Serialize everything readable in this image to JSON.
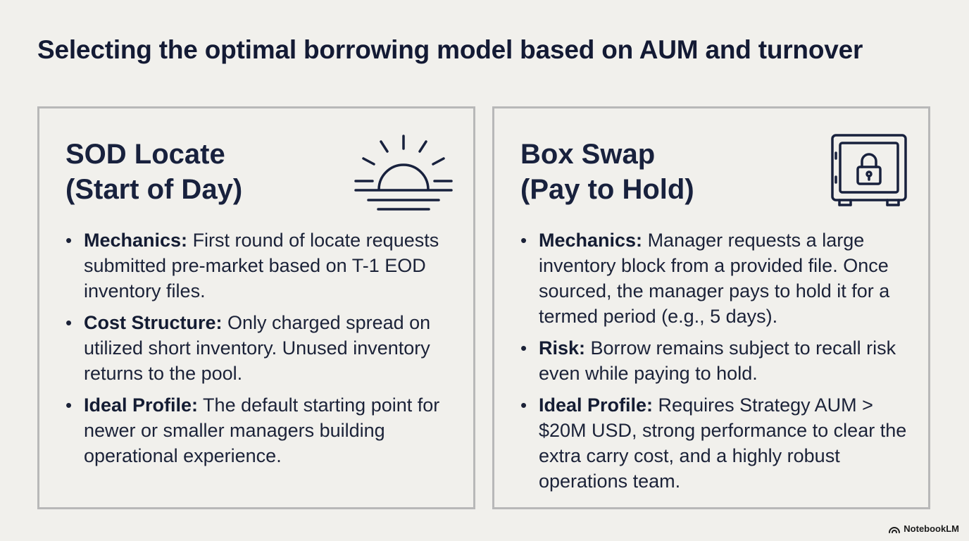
{
  "title": "Selecting the optimal borrowing model based on AUM and turnover",
  "cards": [
    {
      "title_lines": [
        "SOD Locate",
        "(Start of Day)"
      ],
      "icon": "sunrise-icon",
      "bullets": [
        {
          "label": "Mechanics:",
          "text": " First round of locate requests submitted pre-market based on T-1 EOD inventory files."
        },
        {
          "label": "Cost Structure:",
          "text": " Only charged spread on utilized short inventory. Unused inventory returns to the pool."
        },
        {
          "label": "Ideal Profile:",
          "text": " The default starting point for newer or smaller managers building operational experience."
        }
      ]
    },
    {
      "title_lines": [
        "Box Swap",
        "(Pay to Hold)"
      ],
      "icon": "safe-lock-icon",
      "bullets": [
        {
          "label": "Mechanics:",
          "text": " Manager requests a large inventory block from a provided file. Once sourced, the manager pays to hold it for a termed period (e.g., 5 days)."
        },
        {
          "label": "Risk:",
          "text": " Borrow remains subject to recall risk even while paying to hold."
        },
        {
          "label": "Ideal Profile:",
          "text": " Requires Strategy AUM > $20M USD, strong performance to clear the extra carry cost, and a highly robust operations team."
        }
      ]
    }
  ],
  "brand": {
    "icon": "notebooklm-logo-icon",
    "label": "NotebookLM"
  },
  "colors": {
    "background": "#f1f0ec",
    "text": "#141c33",
    "border": "#b8b8b8"
  }
}
